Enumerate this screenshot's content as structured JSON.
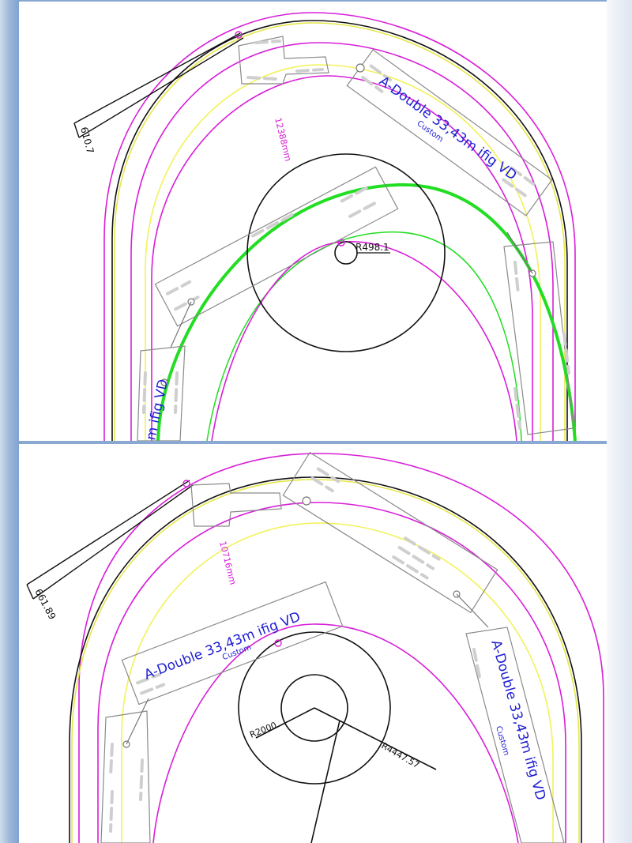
{
  "top_diagram": {
    "car_label": "A-Double 33,43m ifig VD",
    "car_sublabel": "Custom",
    "car_label_partial": "m ifig VD",
    "arc_length": "12388mm",
    "radius_label": "R498.1",
    "offset_label": "610.7"
  },
  "bottom_diagram": {
    "car_label_left": "A-Double 33,43m ifig VD",
    "car_sublabel_left": "Custom",
    "car_label_right": "A-Double 33,43m ifig VD",
    "car_sublabel_right": "Custom",
    "arc_length": "10716mm",
    "inner_radius_label": "R2000",
    "outer_radius_label": "R4447.57",
    "offset_label": "661.89"
  },
  "colors": {
    "magenta": "#d81ed8",
    "yellow": "#f2f25a",
    "green": "#22dd22",
    "blue_text": "#1e1ed2",
    "black": "#111111",
    "car_outline": "#8a8a8a"
  }
}
